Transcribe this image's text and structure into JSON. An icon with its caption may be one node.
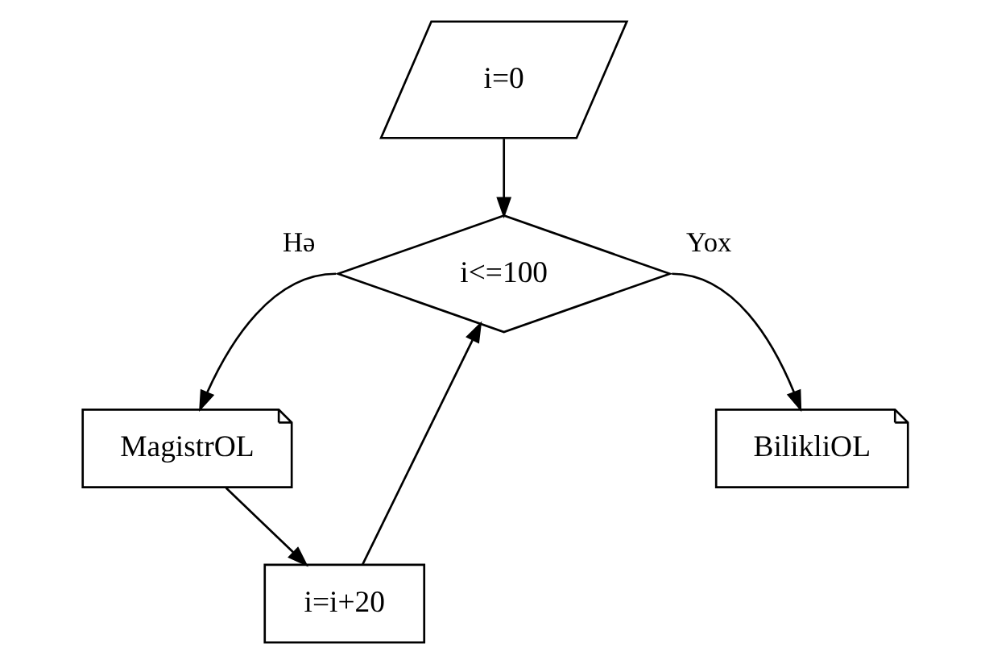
{
  "diagram": {
    "nodes": [
      {
        "text": [
          "i=0"
        ]
      },
      {
        "text": [
          "i<=100"
        ]
      },
      {
        "text": [
          "MagistrOL"
        ]
      },
      {
        "text": [
          "BilikliOL"
        ]
      },
      {
        "text": [
          "i=i+20"
        ]
      }
    ],
    "edges": [
      {
        "from": 0,
        "to": 1,
        "arrow": "to"
      },
      {
        "from": 1,
        "to": 2,
        "label": "Hə",
        "arrow": "to"
      },
      {
        "from": 1,
        "to": 3,
        "label": "Yox",
        "arrow": "to"
      },
      {
        "from": 2,
        "to": 4,
        "arrow": "to"
      },
      {
        "from": 4,
        "to": 1,
        "arrow": "to"
      }
    ]
  }
}
